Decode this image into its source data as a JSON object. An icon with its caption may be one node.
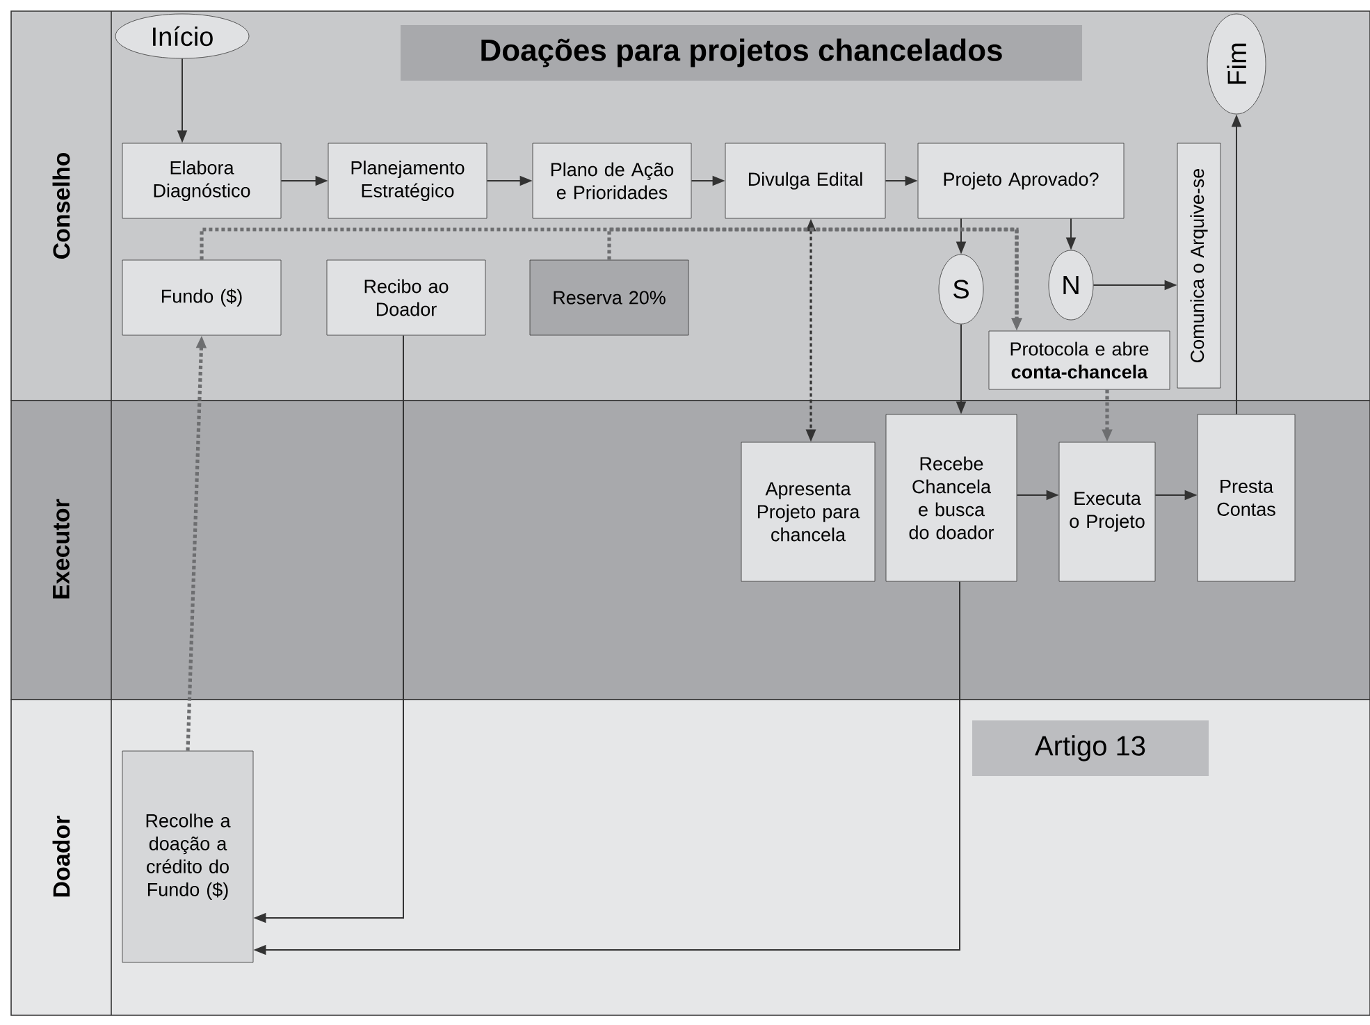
{
  "diagram": {
    "title": "Doações para projetos chancelados",
    "nodes": [
      {
        "text": [
          "Conselho"
        ]
      },
      {
        "text": [
          "Executor"
        ]
      },
      {
        "text": [
          "Doador"
        ]
      },
      {
        "text": [
          "Início"
        ],
        "in": 0
      },
      {
        "text": [
          "Elabora Diagnóstico"
        ],
        "in": 0
      },
      {
        "text": [
          "Planejamento Estratégico"
        ],
        "in": 0
      },
      {
        "text": [
          "Plano de Ação e Prioridades"
        ],
        "in": 0
      },
      {
        "text": [
          "Divulga Edital"
        ],
        "in": 0
      },
      {
        "text": [
          "Projeto Aprovado?"
        ],
        "in": 0
      },
      {
        "text": [
          "Fundo ($)"
        ],
        "in": 0
      },
      {
        "text": [
          "Recibo ao Doador"
        ],
        "in": 0
      },
      {
        "text": [
          "Reserva 20%"
        ],
        "in": 0
      },
      {
        "text": [
          "S"
        ],
        "in": 0
      },
      {
        "text": [
          "N"
        ],
        "in": 0
      },
      {
        "text": [
          "Protocola e abre **conta-chancela**"
        ],
        "in": 0
      },
      {
        "text": [
          "Comunica o Arquive-se"
        ],
        "in": 0
      },
      {
        "text": [
          "Fim"
        ],
        "in": 0
      },
      {
        "text": [
          "Apresenta Projeto para chancela"
        ],
        "in": 1
      },
      {
        "text": [
          "Recebe Chancela e busca do doador"
        ],
        "in": 1
      },
      {
        "text": [
          "Executa o Projeto"
        ],
        "in": 1
      },
      {
        "text": [
          "Presta Contas"
        ],
        "in": 1
      },
      {
        "text": [
          "Recolhe a doação a crédito do Fundo ($)"
        ],
        "in": 2
      }
    ],
    "edges": [
      {
        "from": 3,
        "to": 4,
        "arrow": "to"
      },
      {
        "from": 4,
        "to": 5,
        "arrow": "to"
      },
      {
        "from": 5,
        "to": 6,
        "arrow": "to"
      },
      {
        "from": 6,
        "to": 7,
        "arrow": "to"
      },
      {
        "from": 7,
        "to": 8,
        "arrow": "to"
      },
      {
        "from": 8,
        "to": 12,
        "arrow": "to"
      },
      {
        "from": 8,
        "to": 13,
        "arrow": "to"
      },
      {
        "from": 13,
        "to": 15,
        "arrow": "to"
      },
      {
        "from": 7,
        "to": 17,
        "arrow": "both",
        "style": "dashed"
      },
      {
        "from": 9,
        "to": 14,
        "arrow": "to",
        "style": "dashed",
        "color": "#6d6e70"
      },
      {
        "from": 11,
        "to": 14,
        "arrow": "to",
        "style": "dashed",
        "color": "#6d6e70"
      },
      {
        "from": 14,
        "to": 19,
        "arrow": "to",
        "style": "dashed",
        "color": "#6d6e70"
      },
      {
        "from": 21,
        "to": 9,
        "arrow": "to",
        "style": "dashed",
        "color": "#6d6e70"
      },
      {
        "from": 12,
        "to": 18,
        "arrow": "to"
      },
      {
        "from": 18,
        "to": 19,
        "arrow": "to"
      },
      {
        "from": 19,
        "to": 20,
        "arrow": "to"
      },
      {
        "from": 20,
        "to": 16,
        "arrow": "to"
      },
      {
        "from": 10,
        "to": 21,
        "arrow": "to"
      },
      {
        "from": 18,
        "to": 21,
        "arrow": "to"
      }
    ],
    "labels": [
      "Artigo 13"
    ]
  }
}
